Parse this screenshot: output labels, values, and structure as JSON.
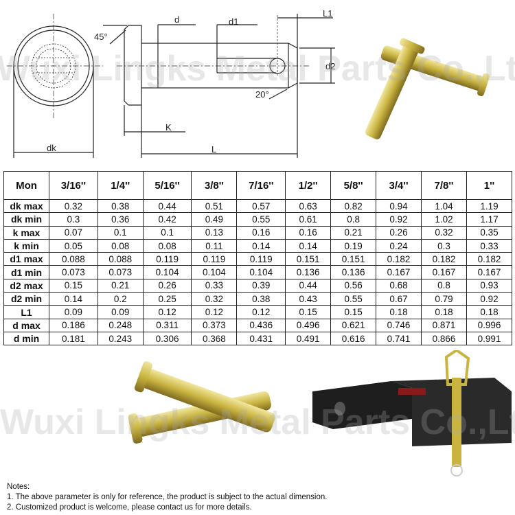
{
  "drawing": {
    "labels": {
      "d": "d",
      "d1": "d1",
      "L1": "L1",
      "d2": "d2",
      "k": "K",
      "L": "L",
      "dk": "dk",
      "angle45": "45°",
      "angle20": "20°"
    }
  },
  "watermark": "Wuxi Lingks Metal Parts Co.,Ltd",
  "table": {
    "headers": [
      "Mon",
      "3/16''",
      "1/4''",
      "5/16''",
      "3/8''",
      "7/16''",
      "1/2''",
      "5/8''",
      "3/4''",
      "7/8''",
      "1''"
    ],
    "rows": [
      [
        "dk max",
        "0.32",
        "0.38",
        "0.44",
        "0.51",
        "0.57",
        "0.63",
        "0.82",
        "0.94",
        "1.04",
        "1.19"
      ],
      [
        "dk min",
        "0.3",
        "0.36",
        "0.42",
        "0.49",
        "0.55",
        "0.61",
        "0.8",
        "0.92",
        "1.02",
        "1.17"
      ],
      [
        "k max",
        "0.07",
        "0.1",
        "0.1",
        "0.13",
        "0.16",
        "0.16",
        "0.21",
        "0.26",
        "0.32",
        "0.35"
      ],
      [
        "k min",
        "0.05",
        "0.08",
        "0.08",
        "0.11",
        "0.14",
        "0.14",
        "0.19",
        "0.24",
        "0.3",
        "0.33"
      ],
      [
        "d1 max",
        "0.088",
        "0.088",
        "0.119",
        "0.119",
        "0.119",
        "0.151",
        "0.151",
        "0.182",
        "0.182",
        "0.182"
      ],
      [
        "d1 min",
        "0.073",
        "0.073",
        "0.104",
        "0.104",
        "0.104",
        "0.136",
        "0.136",
        "0.167",
        "0.167",
        "0.167"
      ],
      [
        "d2 max",
        "0.15",
        "0.21",
        "0.26",
        "0.33",
        "0.39",
        "0.44",
        "0.56",
        "0.68",
        "0.8",
        "0.93"
      ],
      [
        "d2 min",
        "0.14",
        "0.2",
        "0.25",
        "0.32",
        "0.38",
        "0.43",
        "0.55",
        "0.67",
        "0.79",
        "0.92"
      ],
      [
        "L1",
        "0.09",
        "0.09",
        "0.12",
        "0.12",
        "0.12",
        "0.15",
        "0.15",
        "0.18",
        "0.18",
        "0.18"
      ],
      [
        "d max",
        "0.186",
        "0.248",
        "0.311",
        "0.373",
        "0.436",
        "0.496",
        "0.621",
        "0.746",
        "0.871",
        "0.996"
      ],
      [
        "d min",
        "0.181",
        "0.243",
        "0.306",
        "0.368",
        "0.431",
        "0.491",
        "0.616",
        "0.741",
        "0.866",
        "0.991"
      ]
    ]
  },
  "notes": {
    "title": "Notes:",
    "items": [
      "1. The above parameter is only for reference, the product is subject to the actual dimension.",
      "2. Customized product is welcome, please contact us for more details."
    ]
  },
  "colors": {
    "line": "#222222",
    "pin": "#c9b440",
    "hitch": "#1e1e1e"
  }
}
